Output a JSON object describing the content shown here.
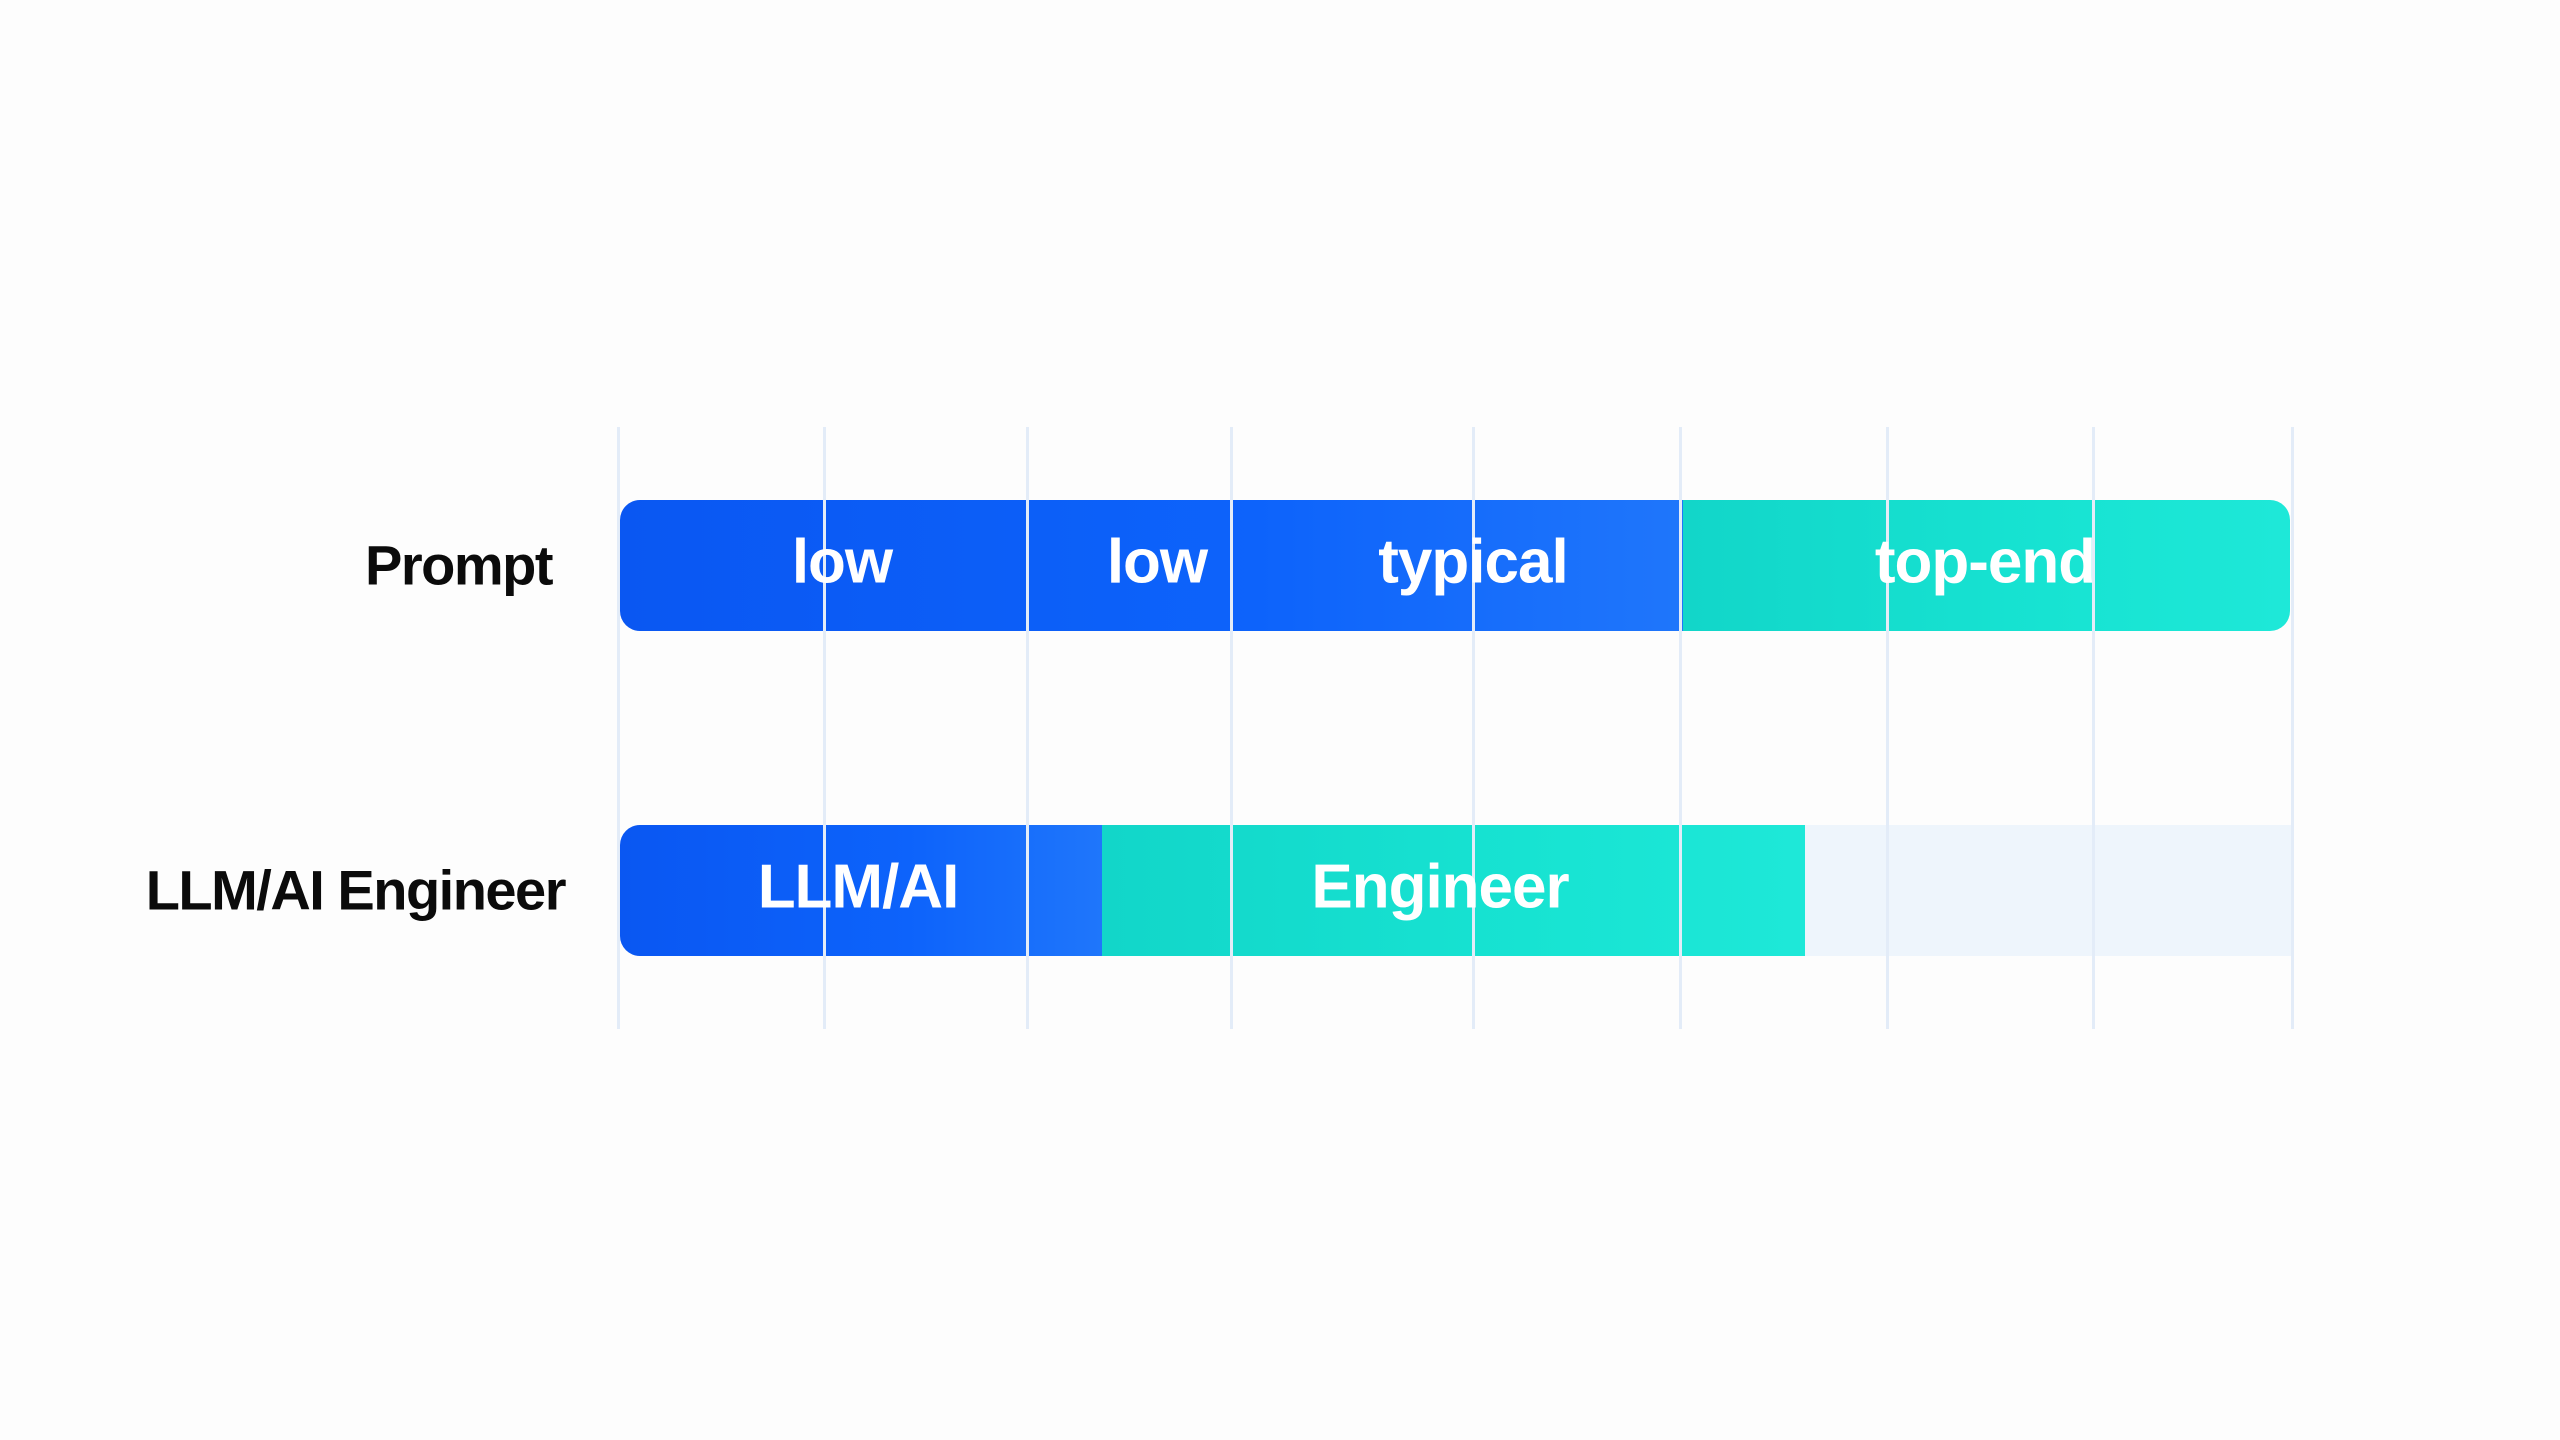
{
  "chart_data": {
    "type": "bar",
    "orientation": "horizontal-stacked",
    "title": "",
    "xlabel": "",
    "ylabel": "",
    "grid": true,
    "categories": [
      "Prompt",
      "LLM/AI Engineer"
    ],
    "series": [
      {
        "row": "Prompt",
        "segments": [
          {
            "label": "low",
            "color": "#0d63fb",
            "start": 0,
            "end": 0.637
          },
          {
            "label": "low",
            "color": "#0d63fb",
            "start": 0,
            "end": 0.637
          },
          {
            "label": "typical",
            "color": "#0d63fb",
            "start": 0,
            "end": 0.637
          },
          {
            "label": "top-end",
            "color": "#17e3d2",
            "start": 0.637,
            "end": 1.0
          }
        ]
      },
      {
        "row": "LLM/AI Engineer",
        "segments": [
          {
            "label": "LLM/AI",
            "color": "#0d63fb",
            "start": 0,
            "end": 0.289
          },
          {
            "label": "Engineer",
            "color": "#17e3d2",
            "start": 0.289,
            "end": 0.71
          },
          {
            "label": "",
            "color": "#eef5fc",
            "start": 0.71,
            "end": 1.0
          }
        ]
      }
    ],
    "gridline_count": 9
  },
  "rows": [
    {
      "label": "Prompt",
      "segment_labels": [
        "low",
        "low",
        "typical",
        "top-end"
      ]
    },
    {
      "label": "LLM/AI Engineer",
      "segment_labels": [
        "LLM/AI",
        "Engineer"
      ]
    }
  ],
  "colors": {
    "primary_blue": "#0d63fb",
    "teal": "#17e3d2",
    "empty_track": "#eef5fc",
    "gridline": "#e3ecf8",
    "label_text": "#0b0b0b"
  }
}
